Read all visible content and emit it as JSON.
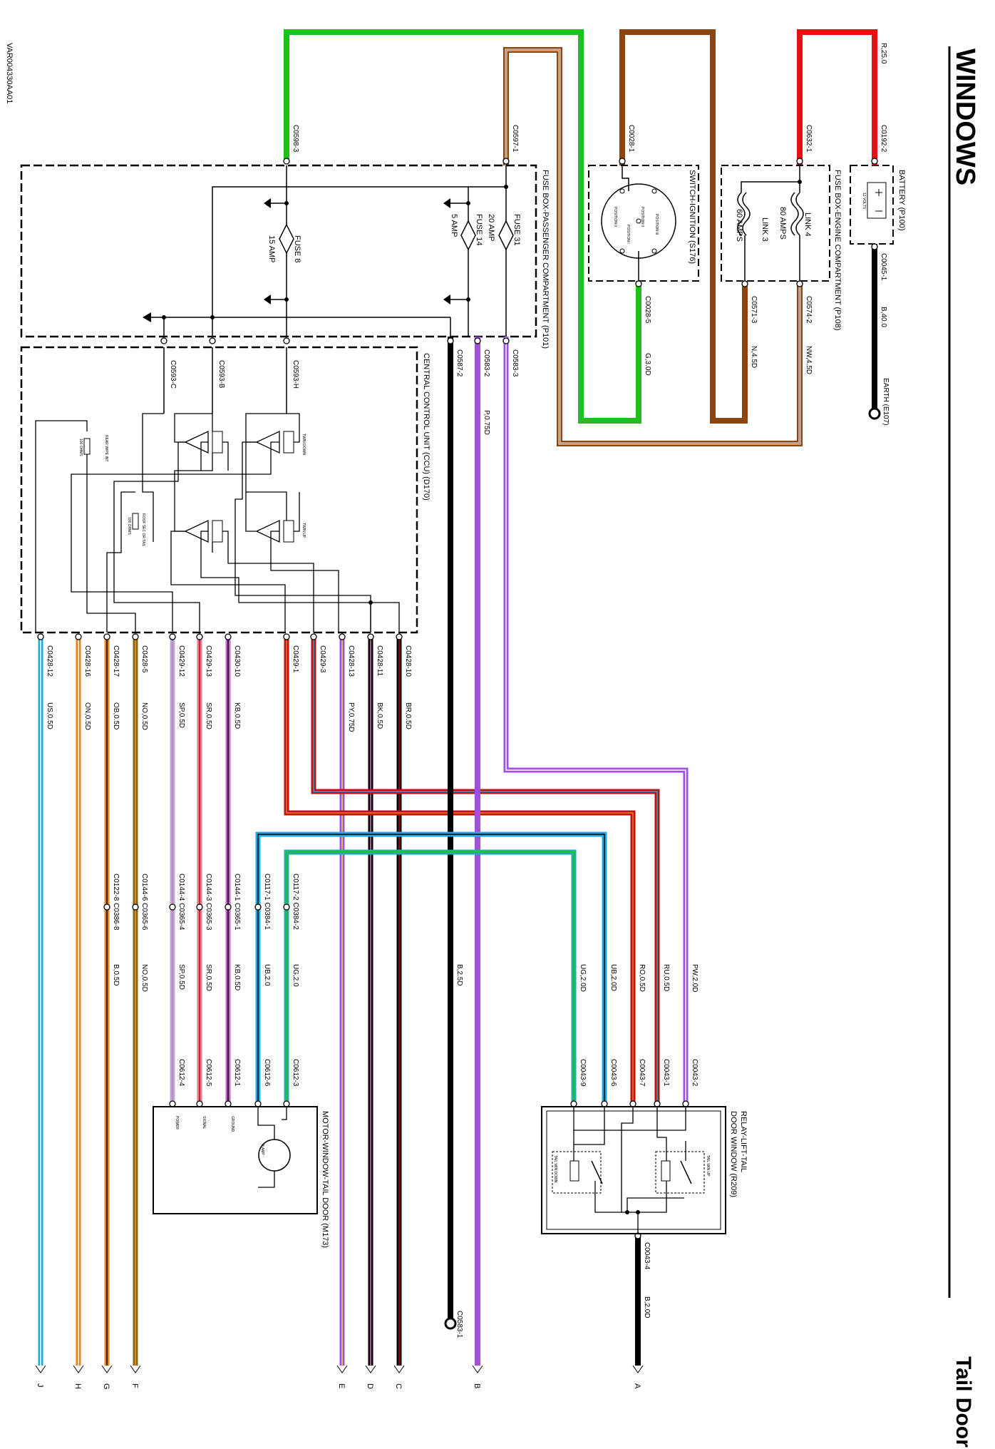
{
  "header": {
    "title": "WINDOWS",
    "subtitle": "Tail Door",
    "code": "VAR004330AA01"
  },
  "components": {
    "battery": "BATTERY (P100)",
    "battery_volts": "12 VOLTS",
    "earth": "EARTH (E107)",
    "fusebox_engine": "FUSE BOX-ENGINE COMPARTMENT (P108)",
    "link4": [
      "LINK 4",
      "80 AMPS"
    ],
    "link3": [
      "LINK 3",
      "60 AMPS"
    ],
    "ignition": "SWITCH-IGNITION (S176)",
    "ignition_positions": [
      "POSITION II",
      "POSITION III",
      "POSITION I",
      "POSITION 0"
    ],
    "fusebox_passenger": "FUSE BOX-PASSENGER COMPARTMENT (P101)",
    "fuse31": [
      "FUSE 31",
      "20 AMP"
    ],
    "fuse14": [
      "FUSE 14",
      "5 AMP"
    ],
    "fuse8": [
      "FUSE 8",
      "15 AMP"
    ],
    "ccu": "CENTRAL CONTROL UNIT (CCU) (D170)",
    "ccu_labels": [
      "TWIN DOWN",
      "TWIN UP",
      "REAR WIPE INT",
      "ROOF SEC OR TAIL",
      "100 OHMS",
      "100 OHMS"
    ],
    "relay": [
      "RELAY-LIFT-TAIL",
      "DOOR WINDOW (R209)"
    ],
    "relay_labels": [
      "TAIL WIN UP",
      "TAIL WIN DOWN"
    ],
    "motor": "MOTOR-WINDOW-TAIL DOOR (M173)",
    "motor_labels": [
      "GROUND",
      "SIGNAL",
      "POWER",
      "8 AMP"
    ]
  },
  "connectors_top": {
    "c0598_3": "C0598-3",
    "c0597_1": "C0597-1",
    "c0028_1": "C0028-1",
    "c0632_1": "C0632-1",
    "c0192_2": "C0192-2",
    "r25": "R,25.0",
    "c0045_1": "C0045-1",
    "b40": "B,40.0",
    "c0574_2": "C0574-2",
    "nw": "NW,4.5D",
    "c0571_3": "C0571-3",
    "n45": "N,4.5D",
    "c0028_5": "C0028-5",
    "g3": "G,3.0D",
    "c0583_3": "C0583-3",
    "c0583_2": "C0583-2",
    "c0587_2": "C0587-2",
    "p075": "P,0.75D",
    "c0593_h": "C0593-H",
    "c0593_b": "C0593-B",
    "c0593_c": "C0593-C"
  },
  "ccu_pins": [
    "C0428-12",
    "C0428-16",
    "C0428-17",
    "C0428-5",
    "C0429-12",
    "C0429-13",
    "C0430-10",
    "C0429-1",
    "C0429-3",
    "C0428-13",
    "C0428-11",
    "C0428-10"
  ],
  "wire_colors": [
    "US,0.5D",
    "ON,0.5D",
    "OB,0.5D",
    "NO,0.5D",
    "SP,0.5D",
    "SR,0.5D",
    "KB,0.5D",
    "PY,0.75D",
    "BK,0.5D",
    "BR,0.5D"
  ],
  "mid_connectors": [
    "C0144-6 C0365-6",
    "C0122-8 C0386-8",
    "C0144-4 C0365-4",
    "C0144-3 C0365-3",
    "C0144-1 C0365-1",
    "C0117-1 C0384-1",
    "C0117-2 C0384-2"
  ],
  "mid_wires": [
    "NO,0.5D",
    "B,0.5D",
    "SP,0.5D",
    "SR,0.5D",
    "KB,0.5D",
    "UB,2.0",
    "UG,2.0"
  ],
  "relay_pins": [
    "C0043-9",
    "C0043-6",
    "C0043-7",
    "C0043-1",
    "C0043-2",
    "C0043-4"
  ],
  "relay_wires": [
    "UG,2.0D",
    "UB,2.0D",
    "RO,0.5D",
    "RU,0.5D",
    "PW,2.0D",
    "B,2.0D",
    "B,2.5D"
  ],
  "motor_pins": [
    "C0612-4",
    "C0612-5",
    "C0612-1",
    "C0612-6",
    "C0612-3"
  ],
  "c0583_1": "C0583-1",
  "bottom_letters": [
    "J",
    "H",
    "G",
    "F",
    "E",
    "D",
    "C",
    "B",
    "A"
  ],
  "colors": {
    "green": "#1fbf1f",
    "brown": "#8b4513",
    "red": "#e81010",
    "black": "#000000",
    "purple": "#a050e0",
    "lightblue": "#20a8e0",
    "orange": "#e8821e",
    "olive": "#7a6a1a",
    "lavender": "#b8a8e0",
    "pink": "#e07890",
    "magenta": "#c060c0",
    "teal": "#20b0a0",
    "darkred": "#b01010"
  }
}
